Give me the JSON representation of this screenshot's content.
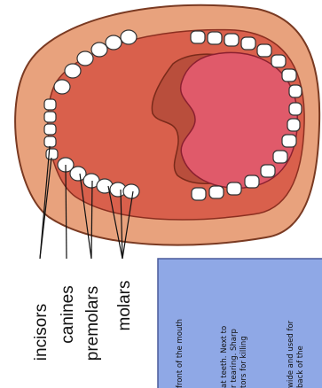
{
  "labels": {
    "incisors": "incisors",
    "canines": "canines",
    "premolars": "premolars",
    "molars": "molars"
  },
  "note_lines": [
    "front of the mouth",
    "at teeth. Next to",
    "r tearing. Sharp",
    "tors for killing",
    "",
    "wide and used for",
    "back of the"
  ],
  "colors": {
    "lip": "#e8a27d",
    "lip_outline": "#7a3a22",
    "mouth_floor": "#d9604c",
    "palate": "#b94e3c",
    "tongue": "#e05a6a",
    "tooth": "#ffffff",
    "note_box": "#8fa8e6",
    "note_box_border": "#4a5a9a"
  }
}
